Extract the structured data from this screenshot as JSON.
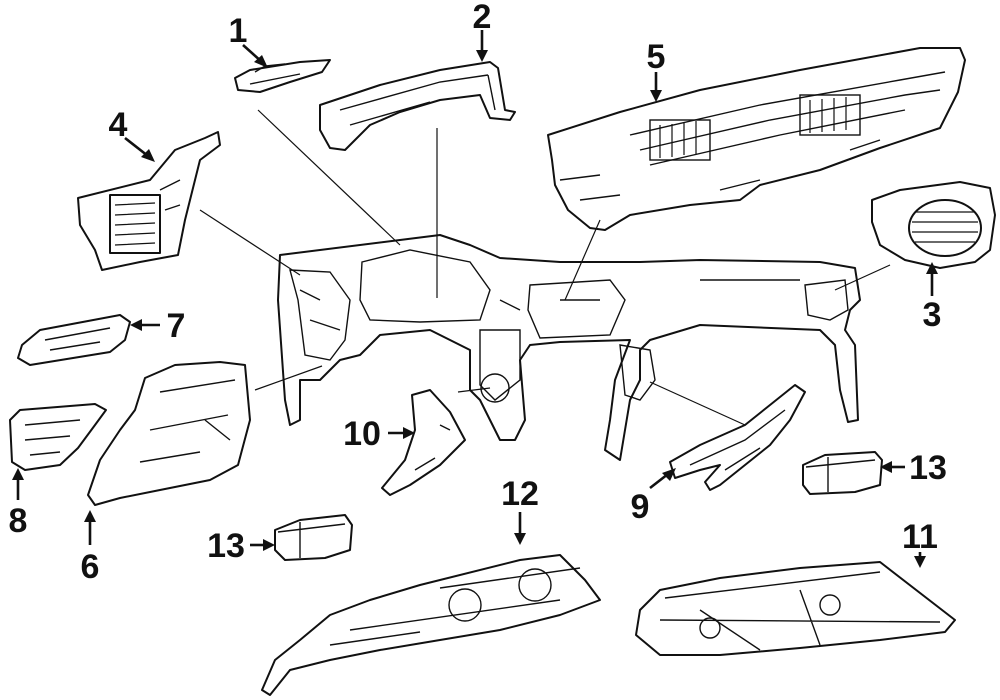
{
  "callouts": [
    {
      "id": "c1",
      "label": "1"
    },
    {
      "id": "c2",
      "label": "2"
    },
    {
      "id": "c3",
      "label": "3"
    },
    {
      "id": "c4",
      "label": "4"
    },
    {
      "id": "c5",
      "label": "5"
    },
    {
      "id": "c6",
      "label": "6"
    },
    {
      "id": "c7",
      "label": "7"
    },
    {
      "id": "c8",
      "label": "8"
    },
    {
      "id": "c9",
      "label": "9"
    },
    {
      "id": "c10",
      "label": "10"
    },
    {
      "id": "c11",
      "label": "11"
    },
    {
      "id": "c12",
      "label": "12"
    },
    {
      "id": "c13a",
      "label": "13"
    },
    {
      "id": "c13b",
      "label": "13"
    }
  ],
  "colors": {
    "line": "#111111",
    "background": "#ffffff"
  }
}
